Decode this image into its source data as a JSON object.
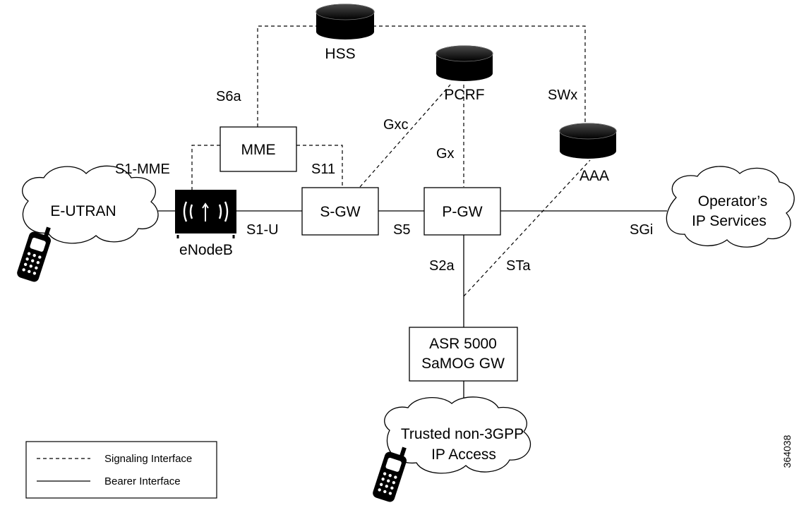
{
  "nodes": {
    "hss": "HSS",
    "pcrf": "PCRF",
    "aaa": "AAA",
    "mme": "MME",
    "sgw": "S-GW",
    "pgw": "P-GW",
    "enodeb": "eNodeB",
    "samog_line1": "ASR 5000",
    "samog_line2": "SaMOG GW",
    "eutran": "E-UTRAN",
    "operator_line1": "Operator’s",
    "operator_line2": "IP Services",
    "trusted_line1": "Trusted non-3GPP",
    "trusted_line2": "IP Access"
  },
  "interfaces": {
    "s6a": "S6a",
    "swx": "SWx",
    "gxc": "Gxc",
    "gx": "Gx",
    "s1mme": "S1-MME",
    "s11": "S11",
    "s1u": "S1-U",
    "s5": "S5",
    "sgi": "SGi",
    "s2a": "S2a",
    "sta": "STa"
  },
  "legend": {
    "signaling": "Signaling Interface",
    "bearer": "Bearer Interface"
  },
  "figure_id": "364038"
}
